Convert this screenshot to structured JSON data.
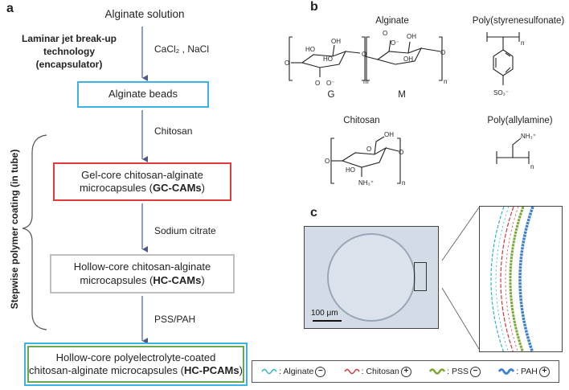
{
  "panel_a": {
    "letter": "a",
    "title": "Alginate solution",
    "side_label": "Laminar jet break-up technology (encapsulator)",
    "step1": "CaCl₂ , NaCl",
    "node1": "Alginate beads",
    "step2": "Chitosan",
    "node2_line1": "Gel-core chitosan-alginate",
    "node2_line2_prefix": "microcapsules (",
    "node2_bold": "GC-CAMs",
    "node2_suffix": ")",
    "step3": "Sodium citrate",
    "node3_line1": "Hollow-core chitosan-alginate",
    "node3_line2_prefix": "microcapsules (",
    "node3_bold": "HC-CAMs",
    "node3_suffix": ")",
    "step4": "PSS/PAH",
    "node4_line1": "Hollow-core polyelectrolyte-coated",
    "node4_line2_prefix": "chitosan-alginate microcapsules (",
    "node4_bold": "HC-PCAMs",
    "node4_suffix": ")",
    "vertical_label": "Stepwise polymer coating (in tube)",
    "colors": {
      "blue_box": "#3bb3e4",
      "red_box": "#e23b3b",
      "gray_box": "#bfbfbf",
      "green_box": "#6aa84f",
      "arrow": "#4a5a8a"
    }
  },
  "panel_b": {
    "letter": "b",
    "alginate": "Alginate",
    "alginate_g": "G",
    "alginate_m": "M",
    "pss": "Poly(styrenesulfonate)",
    "chitosan": "Chitosan",
    "pah": "Poly(allylamine)"
  },
  "panel_c": {
    "letter": "c",
    "scale_bar": "100 μm",
    "legend": [
      {
        "label": ": Alginate",
        "sign": "−",
        "color": "#2bb3c8"
      },
      {
        "label": ": Chitosan",
        "sign": "+",
        "color": "#d9363e"
      },
      {
        "label": ": PSS",
        "sign": "−",
        "color": "#7aa832"
      },
      {
        "label": ": PAH",
        "sign": "+",
        "color": "#3a7fd0"
      }
    ]
  }
}
